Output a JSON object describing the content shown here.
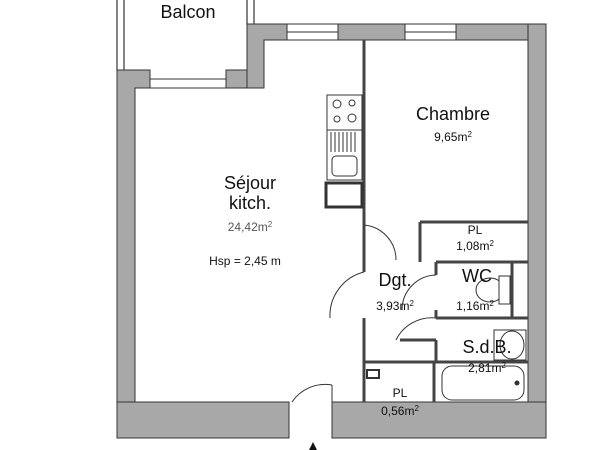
{
  "plan": {
    "wall_color": "#a8a8a8",
    "line_color": "#333333",
    "rooms": [
      {
        "id": "balcon",
        "name": "Balcon",
        "area": ""
      },
      {
        "id": "sejour",
        "name": "Séjour",
        "name2": "kitch.",
        "area": "24,42m",
        "height": "Hsp = 2,45 m"
      },
      {
        "id": "chambre",
        "name": "Chambre",
        "area": "9,65m"
      },
      {
        "id": "pl1",
        "name": "PL",
        "area": "1,08m"
      },
      {
        "id": "dgt",
        "name": "Dgt.",
        "area": "3,93m"
      },
      {
        "id": "wc",
        "name": "WC",
        "area": "1,16m"
      },
      {
        "id": "sdb",
        "name": "S.d.B.",
        "area": "2,81m"
      },
      {
        "id": "pl2",
        "name": "PL",
        "area": "0,56m"
      }
    ],
    "unit_exp": "2",
    "entrance_icon": "entrance-arrow-icon"
  }
}
